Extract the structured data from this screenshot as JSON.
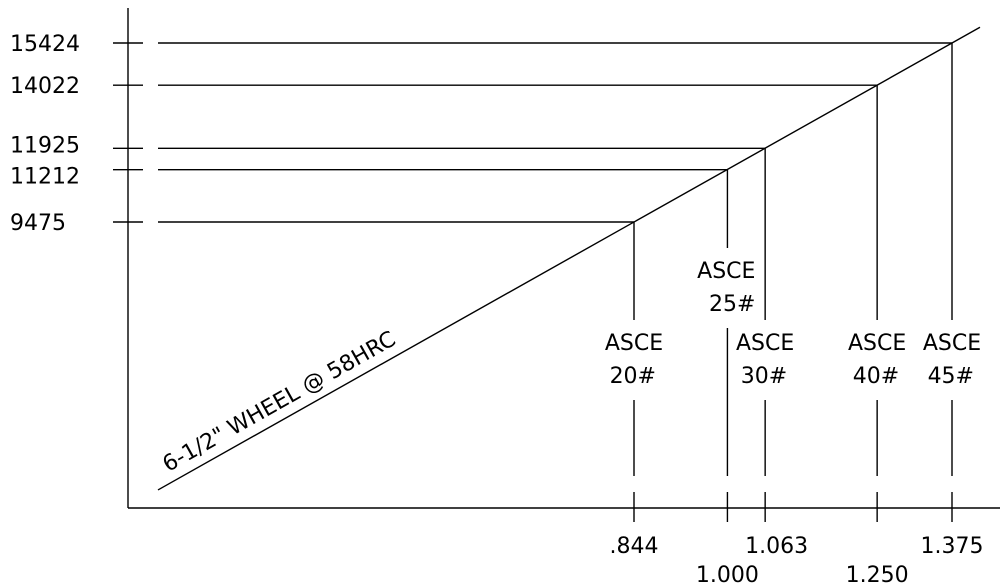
{
  "chart_data": {
    "type": "line",
    "title": "",
    "xlabel": "",
    "ylabel": "",
    "grid": false,
    "legend": "none",
    "line_color": "#000000",
    "background": "#ffffff",
    "series": [
      {
        "name": "6-1/2\" WHEEL @ 58HRC",
        "points": [
          {
            "x": 0.844,
            "y": 9475,
            "x_label": ".844",
            "y_label": "9475",
            "rail": [
              "ASCE",
              "20#"
            ]
          },
          {
            "x": 1.0,
            "y": 11212,
            "x_label": "1.000",
            "y_label": "11212",
            "rail": [
              "ASCE",
              "25#"
            ]
          },
          {
            "x": 1.063,
            "y": 11925,
            "x_label": "1.063",
            "y_label": "11925",
            "rail": [
              "ASCE",
              "30#"
            ]
          },
          {
            "x": 1.25,
            "y": 14022,
            "x_label": "1.250",
            "y_label": "14022",
            "rail": [
              "ASCE",
              "40#"
            ]
          },
          {
            "x": 1.375,
            "y": 15424,
            "x_label": "1.375",
            "y_label": "15424",
            "rail": [
              "ASCE",
              "45#"
            ]
          }
        ]
      }
    ]
  }
}
